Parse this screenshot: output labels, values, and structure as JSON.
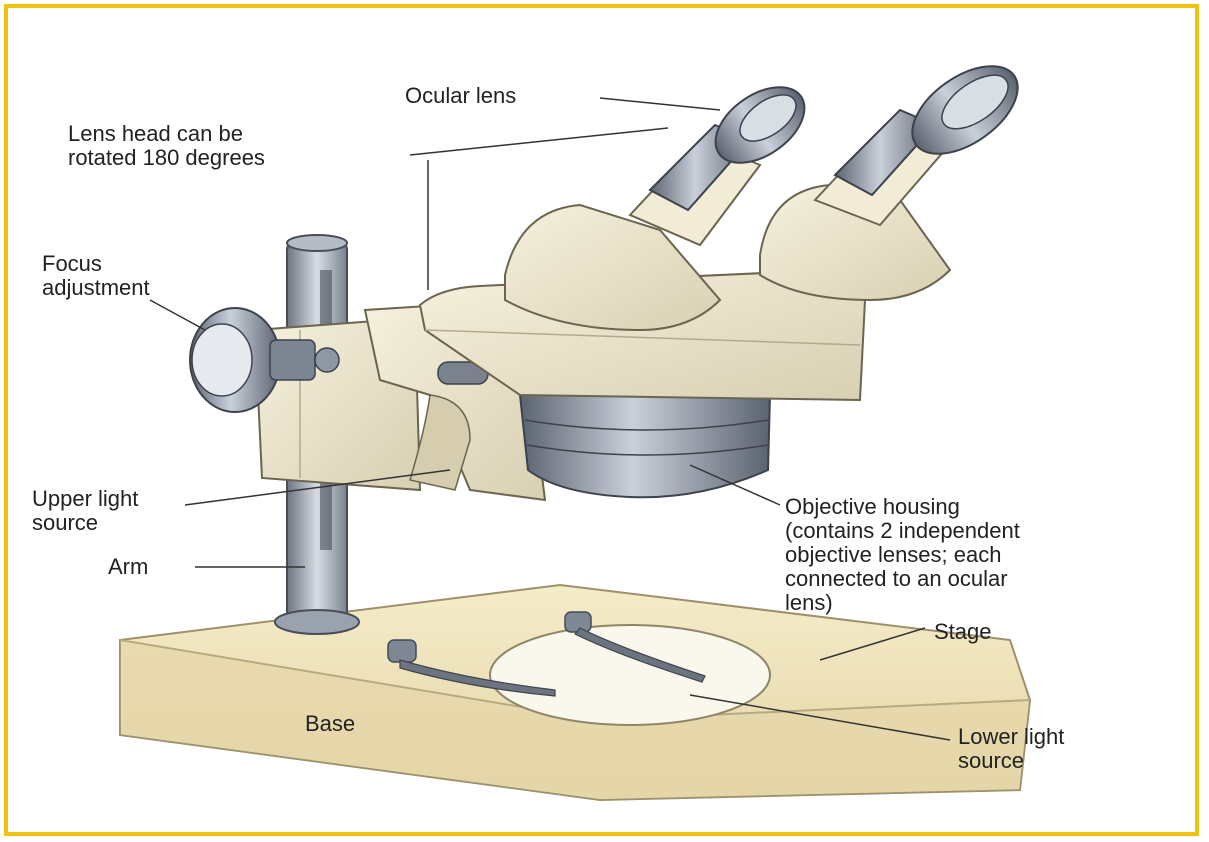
{
  "colors": {
    "frame": "#f2c012",
    "body_cream": "#ece6cf",
    "body_shadow": "#cfc7a8",
    "metal": "#8e98a6",
    "metal_dark": "#4d5563",
    "base_cream": "#f3e8c4",
    "base_edge": "#d9c99a"
  },
  "labels": {
    "ocular_lens": "Ocular lens",
    "lens_head": "Lens head can be\nrotated 180 degrees",
    "focus_adjustment": "Focus\nadjustment",
    "upper_light_source": "Upper light\nsource",
    "arm": "Arm",
    "objective_housing": "Objective housing\n(contains 2 independent\nobjective lenses; each\nconnected to an ocular\nlens)",
    "stage": "Stage",
    "base": "Base",
    "lower_light_source": "Lower light\nsource"
  }
}
